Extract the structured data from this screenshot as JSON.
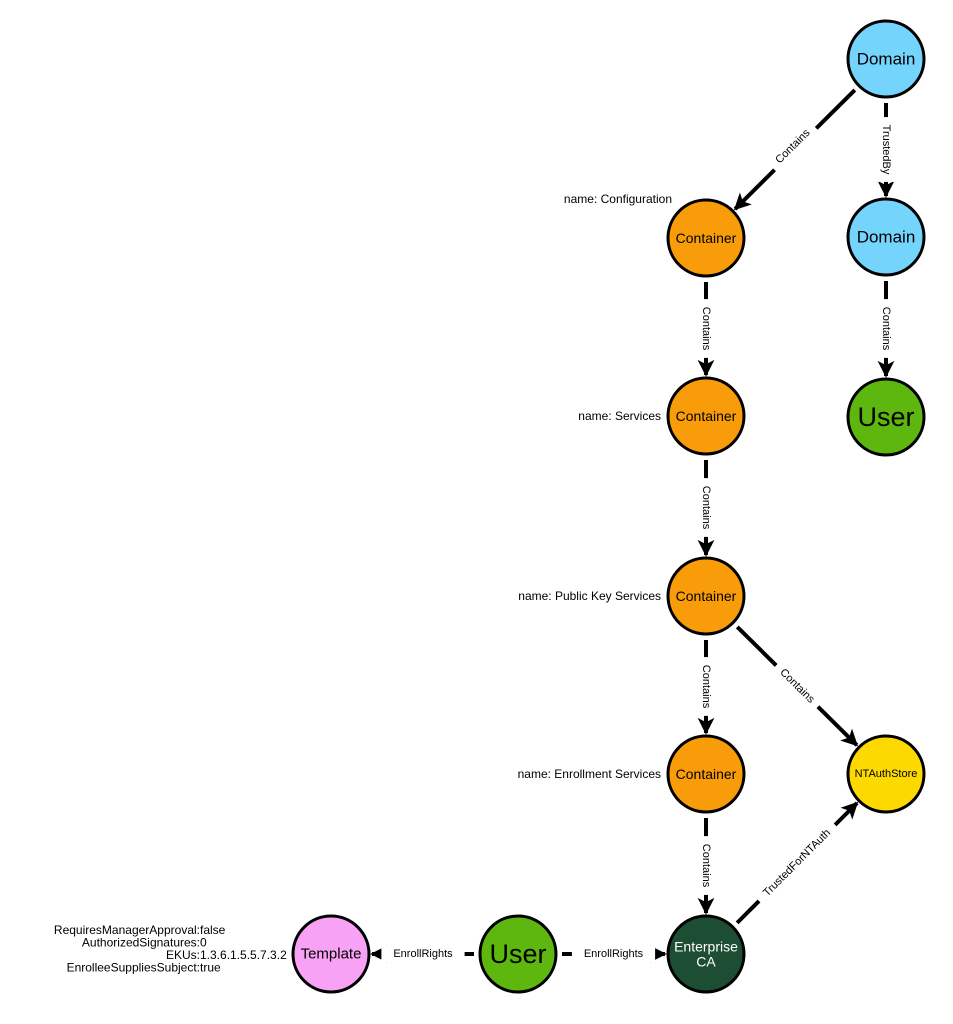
{
  "nodes": [
    {
      "id": "domain1",
      "label": "Domain",
      "kind": "domain",
      "color": "#74d4fc"
    },
    {
      "id": "domain2",
      "label": "Domain",
      "kind": "domain",
      "color": "#74d4fc"
    },
    {
      "id": "user_right",
      "label": "User",
      "kind": "user",
      "color": "#5eb70f"
    },
    {
      "id": "cont_config",
      "label": "Container",
      "kind": "container",
      "color": "#f99c09",
      "property": "name: Configuration"
    },
    {
      "id": "cont_services",
      "label": "Container",
      "kind": "container",
      "color": "#f99c09",
      "property": "name: Services"
    },
    {
      "id": "cont_pks",
      "label": "Container",
      "kind": "container",
      "color": "#f99c09",
      "property": "name: Public Key Services"
    },
    {
      "id": "cont_enroll",
      "label": "Container",
      "kind": "container",
      "color": "#f99c09",
      "property": "name: Enrollment Services"
    },
    {
      "id": "ntauth",
      "label": "NTAuthStore",
      "kind": "ntauthstore",
      "color": "#fcd900"
    },
    {
      "id": "eca",
      "label": "Enterprise\nCA",
      "kind": "enterprise-ca",
      "color": "#1d4d33"
    },
    {
      "id": "user_bottom",
      "label": "User",
      "kind": "user",
      "color": "#5eb70f"
    },
    {
      "id": "template",
      "label": "Template",
      "kind": "template",
      "color": "#f7a2f5"
    }
  ],
  "edges": [
    {
      "from": "domain1",
      "to": "cont_config",
      "label": "Contains"
    },
    {
      "from": "domain1",
      "to": "domain2",
      "label": "TrustedBy"
    },
    {
      "from": "domain2",
      "to": "user_right",
      "label": "Contains"
    },
    {
      "from": "cont_config",
      "to": "cont_services",
      "label": "Contains"
    },
    {
      "from": "cont_services",
      "to": "cont_pks",
      "label": "Contains"
    },
    {
      "from": "cont_pks",
      "to": "cont_enroll",
      "label": "Contains"
    },
    {
      "from": "cont_pks",
      "to": "ntauth",
      "label": "Contains"
    },
    {
      "from": "cont_enroll",
      "to": "eca",
      "label": "Contains"
    },
    {
      "from": "eca",
      "to": "ntauth",
      "label": "TrustedForNTAuth"
    },
    {
      "from": "user_bottom",
      "to": "eca",
      "label": "EnrollRights"
    },
    {
      "from": "user_bottom",
      "to": "template",
      "label": "EnrollRights"
    }
  ],
  "template_properties": [
    "RequiresManagerApproval: false",
    "AuthorizedSignatures: 0",
    "EKUs: 1.3.6.1.5.5.7.3.2",
    "EnrolleeSuppliesSubject: true"
  ]
}
